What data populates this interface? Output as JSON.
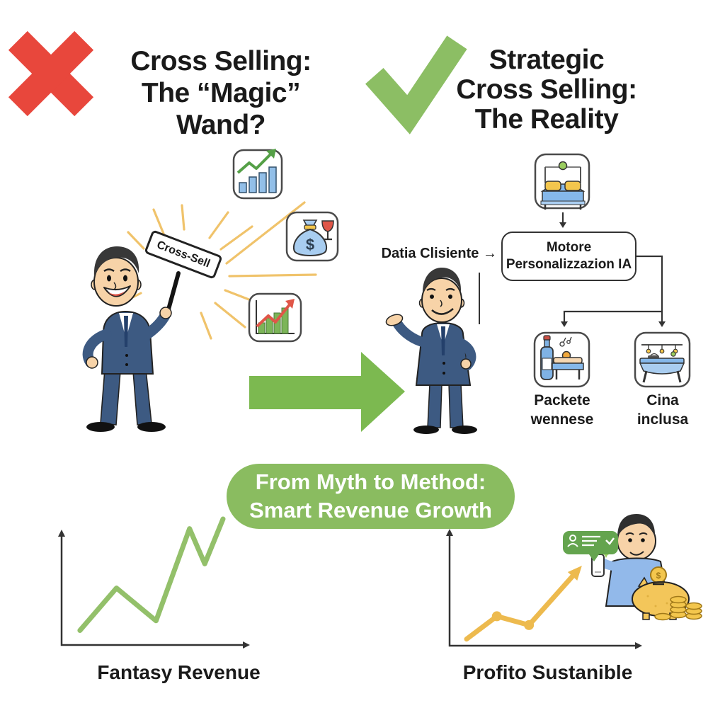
{
  "header": {
    "left": {
      "mark_icon": "red-x-icon",
      "title_line1": "Cross Selling:",
      "title_line2": "The “Magic” Wand?"
    },
    "right": {
      "mark_icon": "green-check-icon",
      "title_line1": "Strategic",
      "title_line2": "Cross Selling:",
      "title_line3": "The Reality"
    }
  },
  "magician": {
    "sign_label": "Cross-Sell"
  },
  "fantasy_icons": [
    "bar-chart-growth-icon",
    "money-bag-wine-icon",
    "area-chart-growth-icon"
  ],
  "flowchart": {
    "input_icon": "hotel-bed-icon",
    "input_label": "Datia Clisiente",
    "arrow_glyph": "→",
    "engine_line1": "Motore",
    "engine_line2": "Personalizzazion IA",
    "output1_icon": "wine-spa-package-icon",
    "output1_line1": "Packete",
    "output1_line2": "wennese",
    "output2_icon": "dinner-table-icon",
    "output2_line1": "Cina",
    "output2_line2": "inclusa"
  },
  "banner": {
    "line1": "From Myth to Method:",
    "line2": "Smart Revenue Growth"
  },
  "chart_data": [
    {
      "type": "line",
      "title": "Fantasy Revenue",
      "color": "#93c06a",
      "x": [
        0.6,
        3.0,
        5.6,
        7.8,
        8.8,
        10.0
      ],
      "y": [
        1.2,
        4.7,
        2.0,
        9.6,
        6.7,
        10.4
      ],
      "xlim": [
        0,
        10
      ],
      "ylim": [
        0,
        10.4
      ],
      "grid": false,
      "axis_color": "#333333"
    },
    {
      "type": "line",
      "title": "Profito Sustanible",
      "color": "#edba4e",
      "x": [
        0.9,
        2.5,
        4.2,
        6.7
      ],
      "y": [
        0.9,
        4.0,
        2.8,
        10.0
      ],
      "xlim": [
        0,
        10
      ],
      "ylim": [
        0,
        10
      ],
      "dot_indices": [
        1,
        2
      ],
      "arrow_end": true,
      "grid": false,
      "axis_color": "#333333"
    }
  ],
  "colors": {
    "cross_red": "#e8473c",
    "check_green": "#8cbe64",
    "big_arrow_green": "#7cb950",
    "banner_green": "#8abc60",
    "ray_yellow": "#f0c36b",
    "suit_navy": "#3d5a82",
    "sweater_blue": "#92b9ea",
    "coin_gold": "#f3c64d",
    "ink": "#1a1a1a"
  }
}
